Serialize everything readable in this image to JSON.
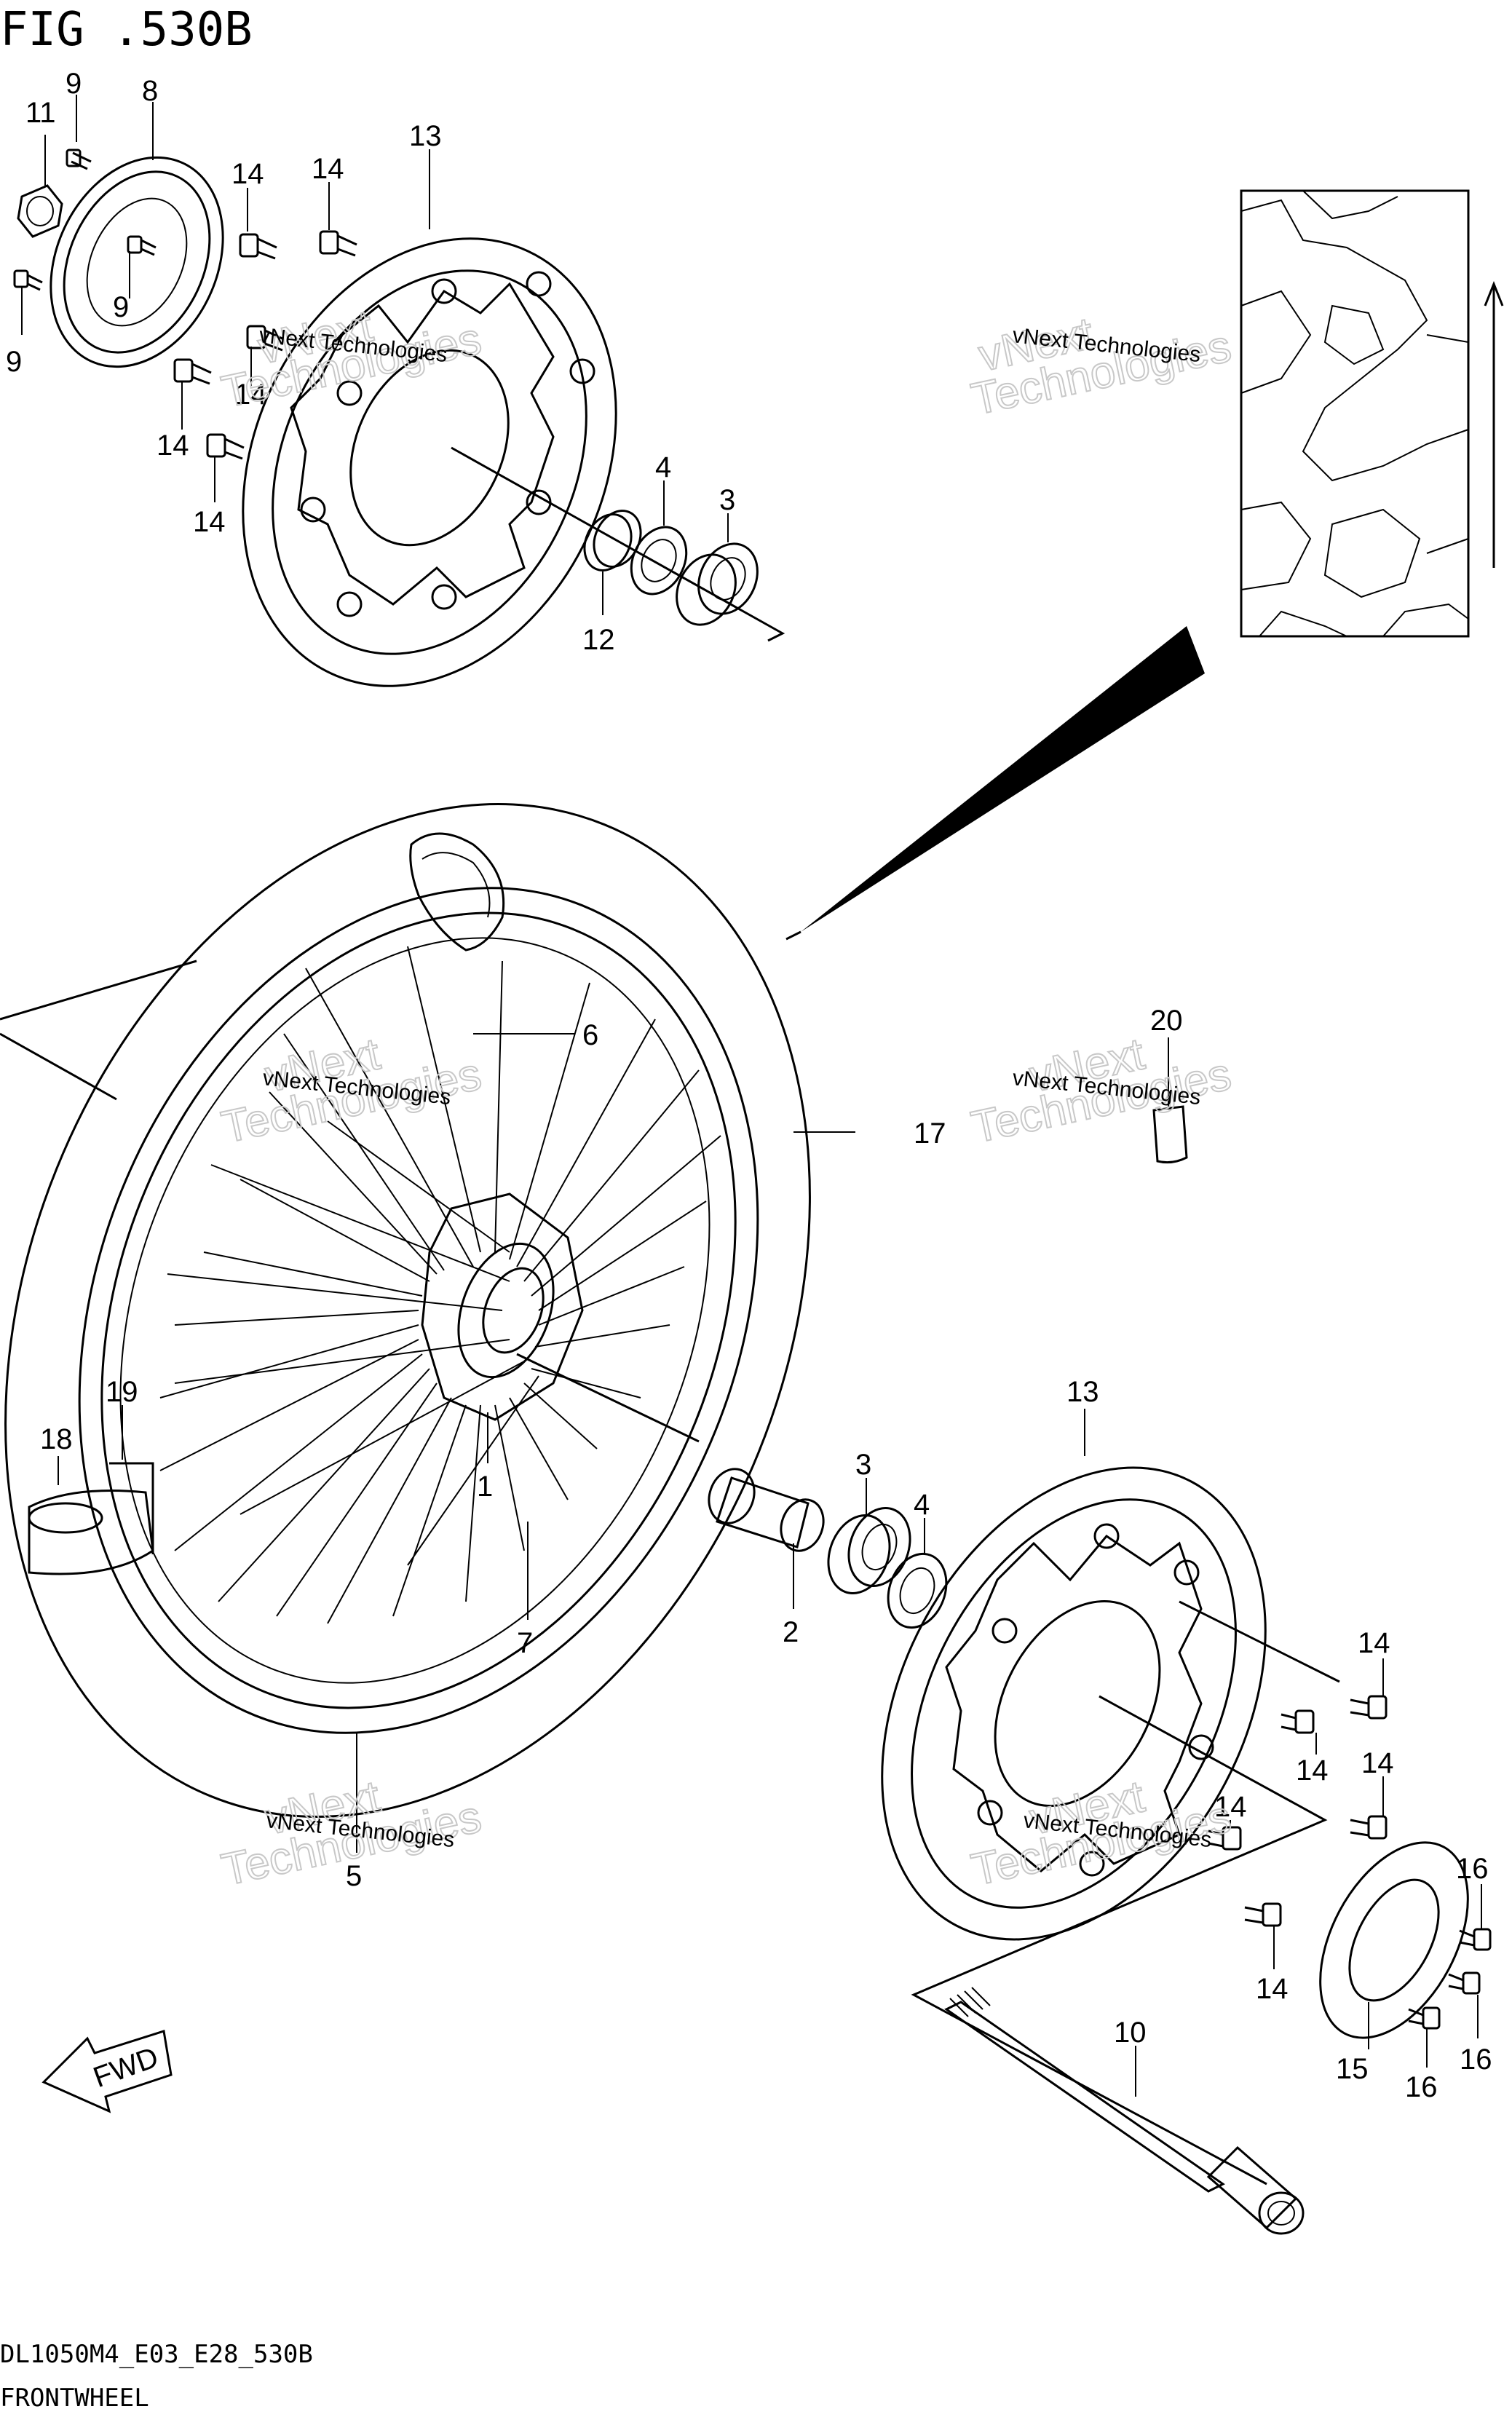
{
  "figure": {
    "title": "FIG .530B",
    "code": "DL1050M4_E03_E28_530B",
    "name": "FRONTWHEEL",
    "direction_tag": "FWD"
  },
  "watermark": {
    "line1": "vNext Technologies",
    "line2": "vNext",
    "line3": "Technologies"
  },
  "callouts": [
    "1",
    "2",
    "3",
    "3",
    "4",
    "4",
    "5",
    "6",
    "7",
    "8",
    "9",
    "9",
    "9",
    "10",
    "11",
    "12",
    "13",
    "13",
    "14",
    "14",
    "14",
    "14",
    "14",
    "14",
    "14",
    "14",
    "14",
    "14",
    "15",
    "16",
    "16",
    "16",
    "17",
    "18",
    "19",
    "20"
  ]
}
